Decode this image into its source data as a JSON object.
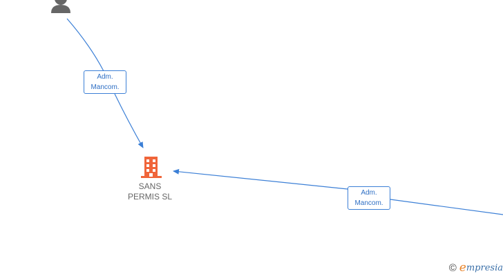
{
  "company": {
    "name_line1": "SANS",
    "name_line2": "PERMIS SL",
    "icon": "building-icon",
    "icon_color": "#f0653a"
  },
  "person": {
    "icon": "person-icon",
    "icon_color": "#666666"
  },
  "edges": [
    {
      "label_line1": "Adm.",
      "label_line2": "Mancom."
    },
    {
      "label_line1": "Adm.",
      "label_line2": "Mancom."
    }
  ],
  "edge_color": "#3b7fd6",
  "watermark": {
    "copyright": "©",
    "brand_initial": "e",
    "brand_rest": "mpresia"
  }
}
